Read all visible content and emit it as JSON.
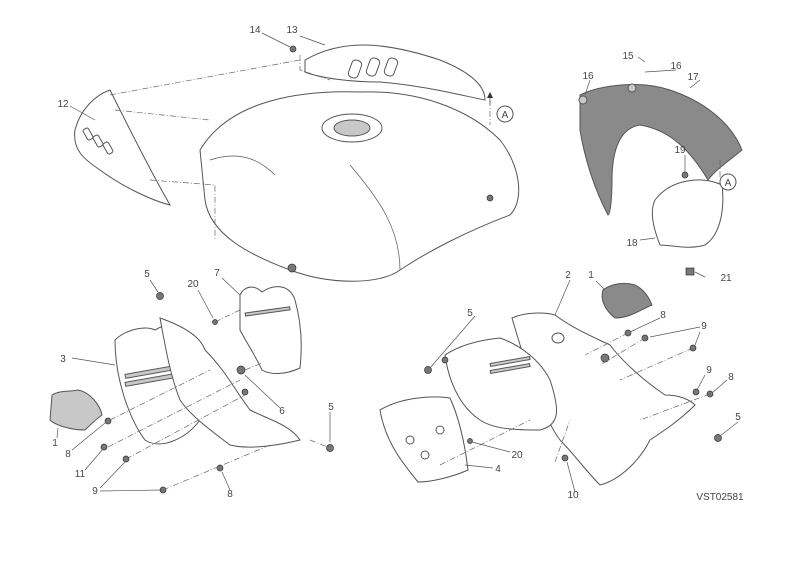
{
  "diagram": {
    "drawing_code": "VST02581",
    "reference_marker": "A",
    "callouts": [
      "14",
      "13",
      "12",
      "15",
      "16",
      "16",
      "17",
      "19",
      "18",
      "21",
      "5",
      "7",
      "20",
      "3",
      "6",
      "5",
      "1",
      "8",
      "11",
      "9",
      "8",
      "2",
      "1",
      "8",
      "9",
      "5",
      "9",
      "8",
      "5",
      "20",
      "4",
      "10"
    ]
  },
  "colors": {
    "line": "#555555",
    "shaded_part": "#8a8a8a",
    "background": "#ffffff"
  }
}
